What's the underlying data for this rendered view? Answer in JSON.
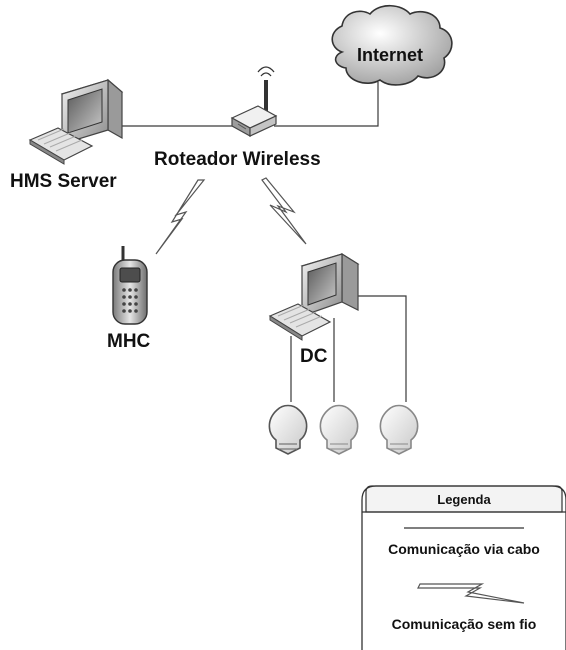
{
  "nodes": {
    "hms_server": "HMS Server",
    "router": "Roteador Wireless",
    "internet": "Internet",
    "mhc": "MHC",
    "dc": "DC"
  },
  "legend": {
    "title": "Legenda",
    "wired": "Comunicação via cabo",
    "wireless": "Comunicação sem fio"
  },
  "icons": [
    "desktop-computer-icon",
    "keyboard-icon",
    "wireless-router-icon",
    "cloud-icon",
    "mobile-phone-icon",
    "light-bulb-icon",
    "lightning-bolt-icon"
  ]
}
